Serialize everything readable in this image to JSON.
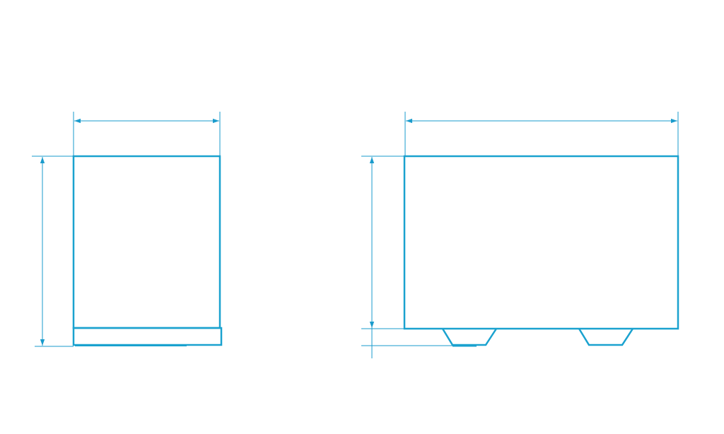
{
  "diagram": {
    "stroke_color": "#1aa2cf",
    "dimension_color": "#1a9bcc",
    "views": [
      {
        "name": "side-view",
        "parts": [
          "cabinet-body",
          "base-plinth"
        ],
        "dimensions": [
          "width",
          "height"
        ]
      },
      {
        "name": "front-view",
        "parts": [
          "cabinet-body",
          "left-foot",
          "right-foot"
        ],
        "dimensions": [
          "width",
          "height",
          "foot-height"
        ]
      }
    ]
  }
}
